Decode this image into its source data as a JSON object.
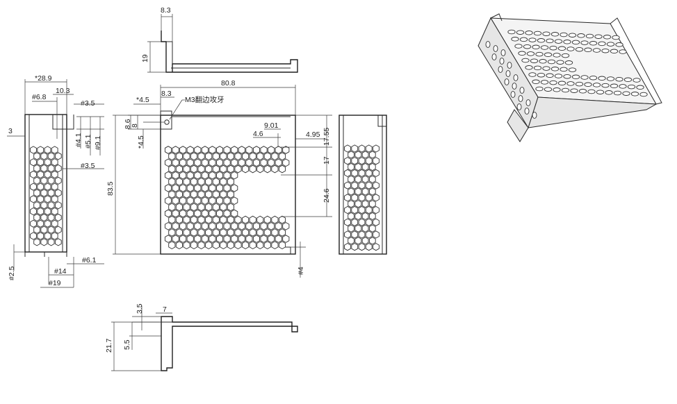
{
  "drawing": {
    "top_view": {
      "dims": [
        "8.3",
        "19"
      ]
    },
    "left_view": {
      "dims": [
        "*28.9",
        "#6.8",
        "10.3",
        "#3.5",
        "3",
        "#4.1",
        "#5.1",
        "#9.1",
        "#3.5",
        "#2.5",
        "#14",
        "#19",
        "#6.1"
      ]
    },
    "front_view": {
      "dims": [
        "80.8",
        "*4.5",
        "8.3",
        "8.6",
        "8",
        "*4.5",
        "83.5",
        "4.6",
        "9.01",
        "4.95",
        "17.55",
        "17",
        "24.6",
        "#4"
      ],
      "note": "M3翻边攻牙"
    },
    "bottom_view": {
      "dims": [
        "3.5",
        "7",
        "21.7",
        "5.5"
      ]
    }
  }
}
